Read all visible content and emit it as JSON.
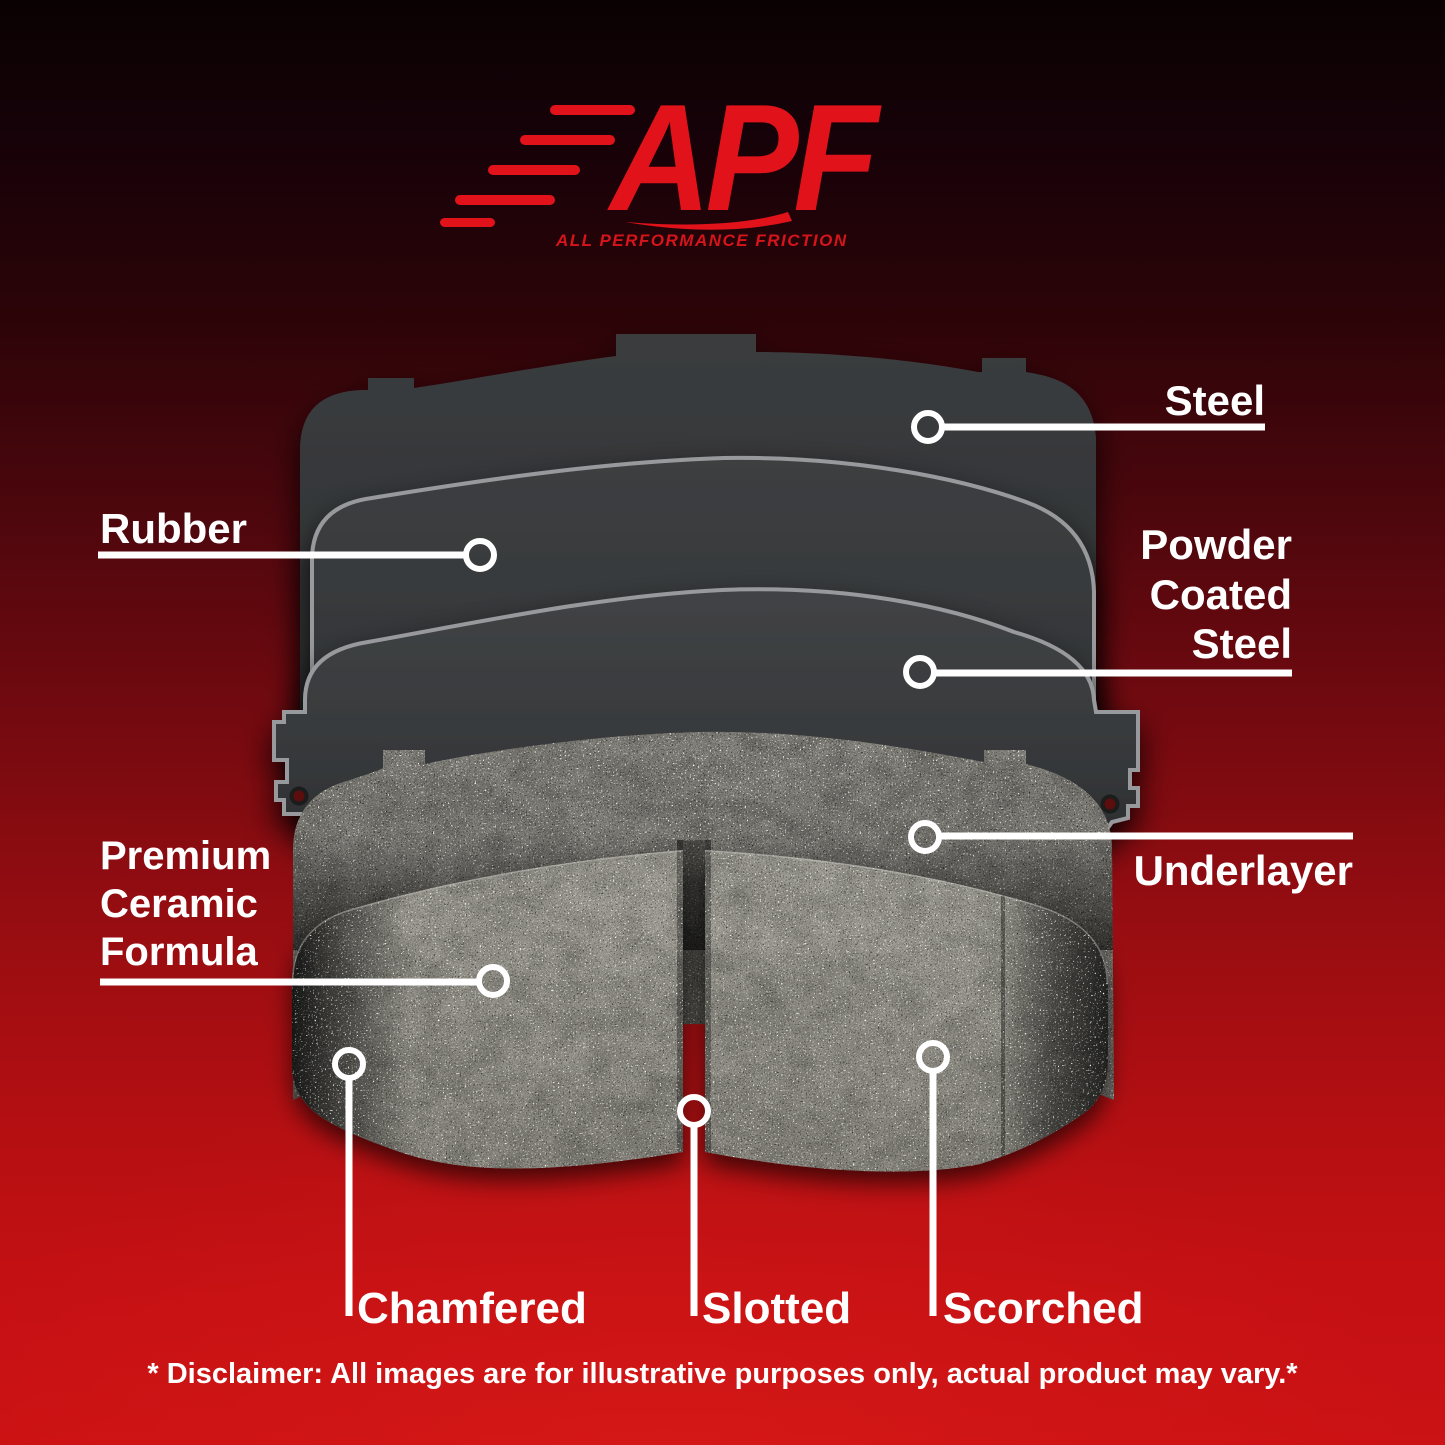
{
  "brand": {
    "logo_text": "APF",
    "tagline": "ALL PERFORMANCE FRICTION",
    "logo_color": "#e1121a"
  },
  "callouts": {
    "steel": {
      "label": "Steel"
    },
    "rubber": {
      "label": "Rubber"
    },
    "powder_coated_steel": {
      "label": "Powder Coated Steel"
    },
    "underlayer": {
      "label": "Underlayer"
    },
    "premium_ceramic": {
      "label": "Premium Ceramic Formula"
    },
    "chamfered": {
      "label": "Chamfered"
    },
    "slotted": {
      "label": "Slotted"
    },
    "scorched": {
      "label": "Scorched"
    }
  },
  "disclaimer": "* Disclaimer: All images are for illustrative purposes only, actual product may vary.*",
  "colors": {
    "background_top": "#0a0102",
    "background_bottom": "#cb1214",
    "steel_plate": "#37393b",
    "ceramic_gray": "#a3a19a",
    "callout_white": "#ffffff"
  }
}
